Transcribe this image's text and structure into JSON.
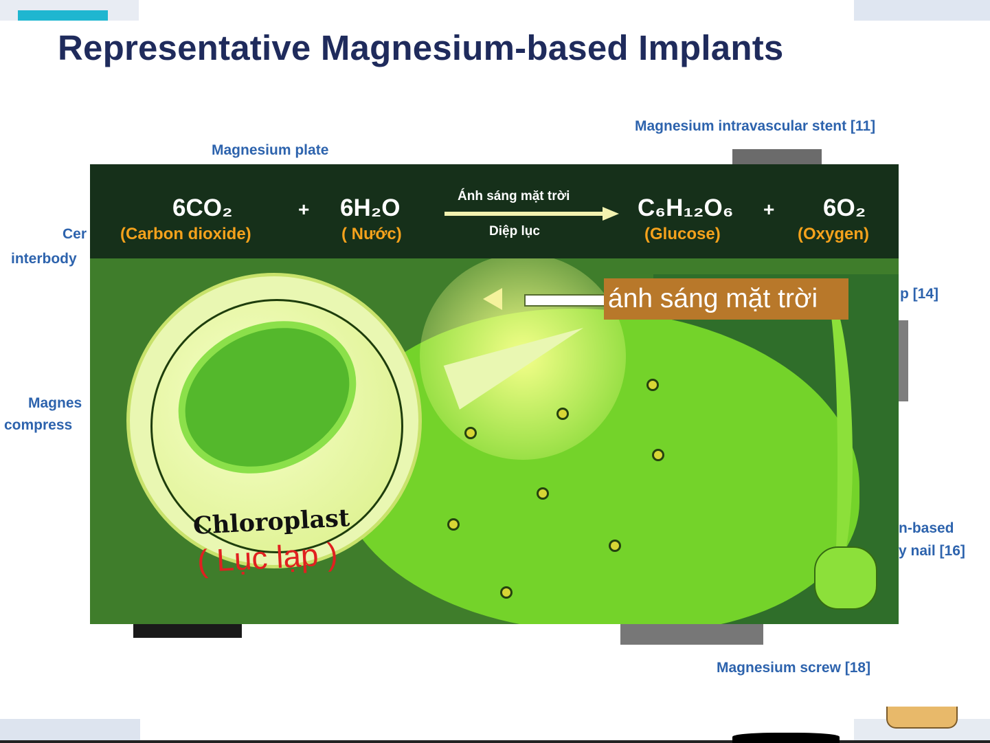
{
  "slide": {
    "title": "Representative Magnesium-based Implants",
    "labels": {
      "plate": "Magnesium plate",
      "stent": "Magnesium intravascular stent [11]",
      "interbody_1": "Cer",
      "interbody_2": "interbody",
      "compress_1": "Magnes",
      "compress_2": "compress",
      "clip": "p [14]",
      "nail_1": "n-based",
      "nail_2": "y nail [16]",
      "screw": "Magnesium screw [18]"
    }
  },
  "video": {
    "equation": {
      "term1": "6CO₂",
      "term1_name": "(Carbon dioxide)",
      "plus1": "+",
      "term2": "6H₂O",
      "term2_name": "( Nước)",
      "condition_top": "Ánh sáng mặt trời",
      "condition_bottom": "Diệp lục",
      "term3": "C₆H₁₂O₆",
      "term3_name": "(Glucose)",
      "plus2": "+",
      "term4": "6O₂",
      "term4_name": "(Oxygen)"
    },
    "sunlight_label": "ánh sáng mặt trời",
    "chloroplast_label": "Chloroplast",
    "chloroplast_label_vi": "( Lục lạp )"
  },
  "colors": {
    "title": "#1f2b5c",
    "label_blue": "#2d63ad",
    "equation_band": "#16301a",
    "equation_subtitle": "#f5a21c",
    "leaf_green": "#74d32a",
    "background_green": "#3f7d2b",
    "sun_label_bg": "#b8782a",
    "vietnamese_red": "#e02020"
  }
}
